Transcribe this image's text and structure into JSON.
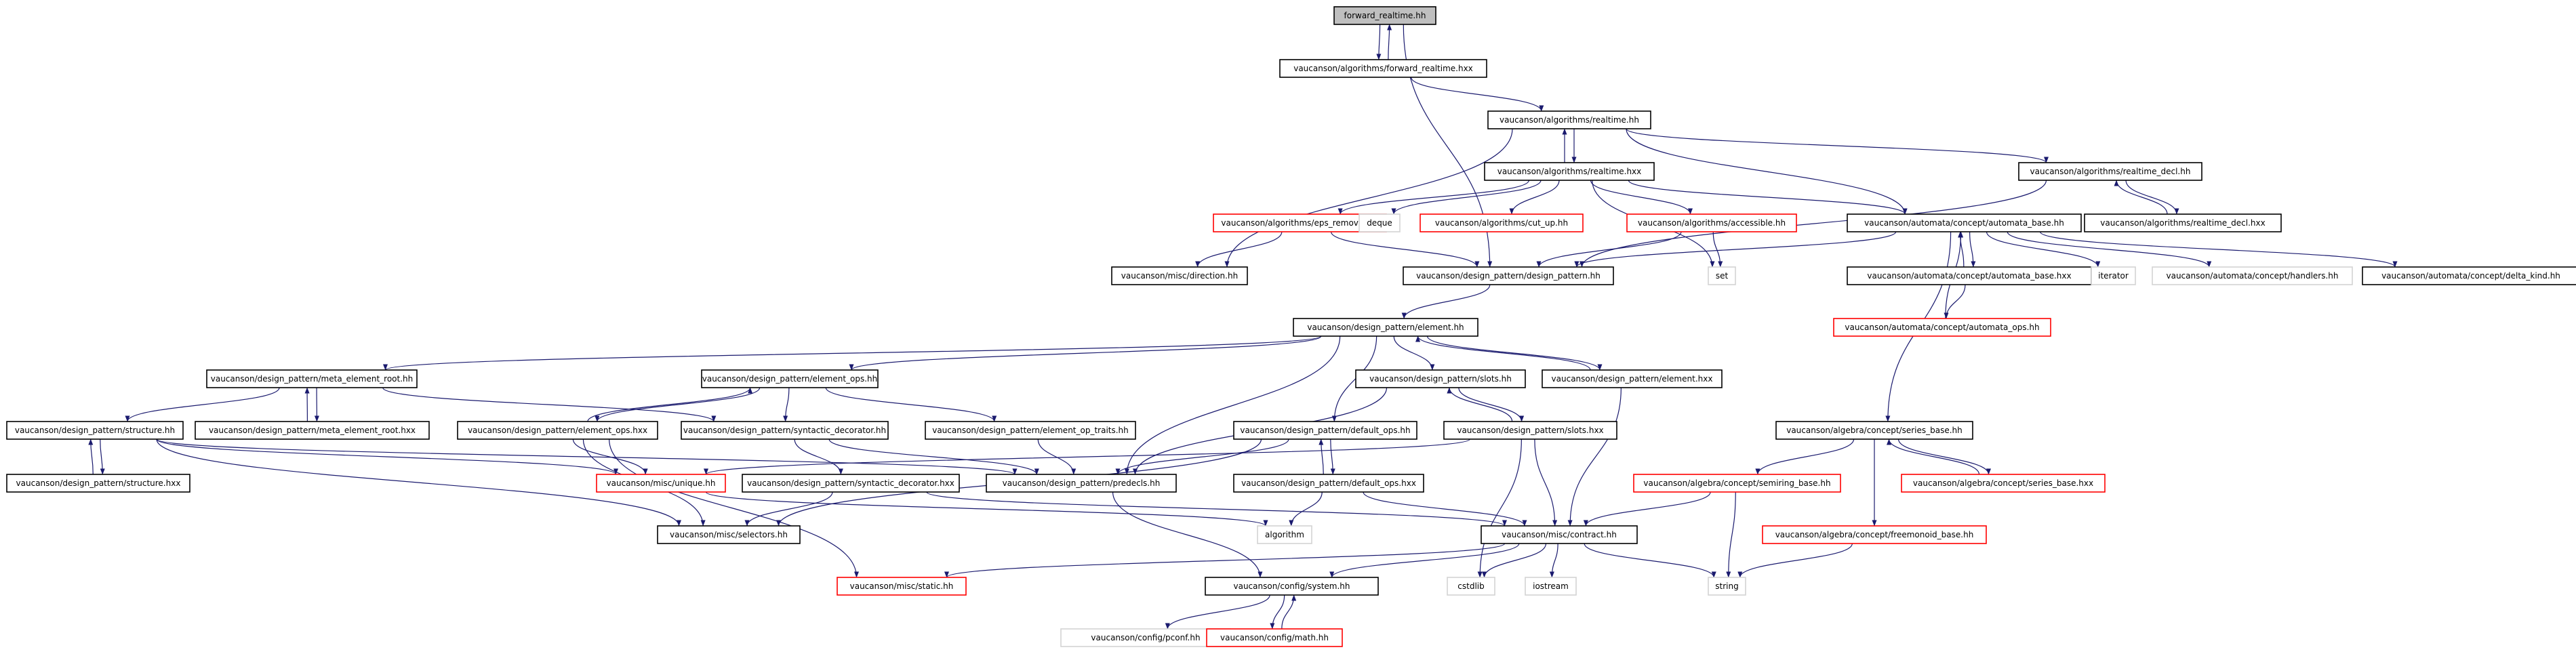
{
  "graph": {
    "nodes": [
      {
        "id": "root",
        "label": "forward_realtime.hh",
        "style": "root"
      },
      {
        "id": "fwd_hxx",
        "label": "vaucanson/algorithms/forward_realtime.hxx",
        "style": "normal"
      },
      {
        "id": "rt_hh",
        "label": "vaucanson/algorithms/realtime.hh",
        "style": "normal"
      },
      {
        "id": "rt_hxx",
        "label": "vaucanson/algorithms/realtime.hxx",
        "style": "normal"
      },
      {
        "id": "rt_decl_hh",
        "label": "vaucanson/algorithms/realtime_decl.hh",
        "style": "normal"
      },
      {
        "id": "rt_decl_hxx",
        "label": "vaucanson/algorithms/realtime_decl.hxx",
        "style": "normal"
      },
      {
        "id": "eps",
        "label": "vaucanson/algorithms/eps_removal.hh",
        "style": "red"
      },
      {
        "id": "deque",
        "label": "deque",
        "style": "gray"
      },
      {
        "id": "cutup",
        "label": "vaucanson/algorithms/cut_up.hh",
        "style": "red"
      },
      {
        "id": "access",
        "label": "vaucanson/algorithms/accessible.hh",
        "style": "red"
      },
      {
        "id": "ab_hh",
        "label": "vaucanson/automata/concept/automata_base.hh",
        "style": "normal"
      },
      {
        "id": "ab_hxx",
        "label": "vaucanson/automata/concept/automata_base.hxx",
        "style": "normal"
      },
      {
        "id": "iterator",
        "label": "iterator",
        "style": "gray"
      },
      {
        "id": "handlers",
        "label": "vaucanson/automata/concept/handlers.hh",
        "style": "gray"
      },
      {
        "id": "deltakind",
        "label": "vaucanson/automata/concept/delta_kind.hh",
        "style": "normal"
      },
      {
        "id": "aops",
        "label": "vaucanson/automata/concept/automata_ops.hh",
        "style": "red"
      },
      {
        "id": "direction",
        "label": "vaucanson/misc/direction.hh",
        "style": "normal"
      },
      {
        "id": "dp_hh",
        "label": "vaucanson/design_pattern/design_pattern.hh",
        "style": "normal"
      },
      {
        "id": "set",
        "label": "set",
        "style": "gray"
      },
      {
        "id": "el_hh",
        "label": "vaucanson/design_pattern/element.hh",
        "style": "normal"
      },
      {
        "id": "mer_hh",
        "label": "vaucanson/design_pattern/meta_element_root.hh",
        "style": "normal"
      },
      {
        "id": "mer_hxx",
        "label": "vaucanson/design_pattern/meta_element_root.hxx",
        "style": "normal"
      },
      {
        "id": "eops_hh",
        "label": "vaucanson/design_pattern/element_ops.hh",
        "style": "normal"
      },
      {
        "id": "slots_hh",
        "label": "vaucanson/design_pattern/slots.hh",
        "style": "normal"
      },
      {
        "id": "el_hxx",
        "label": "vaucanson/design_pattern/element.hxx",
        "style": "normal"
      },
      {
        "id": "str_hh",
        "label": "vaucanson/design_pattern/structure.hh",
        "style": "normal"
      },
      {
        "id": "eops_hxx",
        "label": "vaucanson/design_pattern/element_ops.hxx",
        "style": "normal"
      },
      {
        "id": "synd_hh",
        "label": "vaucanson/design_pattern/syntactic_decorator.hh",
        "style": "normal"
      },
      {
        "id": "eopt_hh",
        "label": "vaucanson/design_pattern/element_op_traits.hh",
        "style": "normal"
      },
      {
        "id": "dops_hh",
        "label": "vaucanson/design_pattern/default_ops.hh",
        "style": "normal"
      },
      {
        "id": "slots_hxx",
        "label": "vaucanson/design_pattern/slots.hxx",
        "style": "normal"
      },
      {
        "id": "str_hxx",
        "label": "vaucanson/design_pattern/structure.hxx",
        "style": "normal"
      },
      {
        "id": "unique",
        "label": "vaucanson/misc/unique.hh",
        "style": "red"
      },
      {
        "id": "synd_hxx",
        "label": "vaucanson/design_pattern/syntactic_decorator.hxx",
        "style": "normal"
      },
      {
        "id": "pred",
        "label": "vaucanson/design_pattern/predecls.hh",
        "style": "normal"
      },
      {
        "id": "dops_hxx",
        "label": "vaucanson/design_pattern/default_ops.hxx",
        "style": "normal"
      },
      {
        "id": "sb_hh",
        "label": "vaucanson/algebra/concept/series_base.hh",
        "style": "normal"
      },
      {
        "id": "semiring",
        "label": "vaucanson/algebra/concept/semiring_base.hh",
        "style": "red"
      },
      {
        "id": "sb_hxx",
        "label": "vaucanson/algebra/concept/series_base.hxx",
        "style": "red"
      },
      {
        "id": "selectors",
        "label": "vaucanson/misc/selectors.hh",
        "style": "normal"
      },
      {
        "id": "algorithm",
        "label": "algorithm",
        "style": "gray"
      },
      {
        "id": "contract",
        "label": "vaucanson/misc/contract.hh",
        "style": "normal"
      },
      {
        "id": "freemonoid",
        "label": "vaucanson/algebra/concept/freemonoid_base.hh",
        "style": "red"
      },
      {
        "id": "static",
        "label": "vaucanson/misc/static.hh",
        "style": "red"
      },
      {
        "id": "system",
        "label": "vaucanson/config/system.hh",
        "style": "normal"
      },
      {
        "id": "cstdlib",
        "label": "cstdlib",
        "style": "gray"
      },
      {
        "id": "iostream",
        "label": "iostream",
        "style": "gray"
      },
      {
        "id": "string",
        "label": "string",
        "style": "gray"
      },
      {
        "id": "pconf",
        "label": "vaucanson/config/pconf.hh",
        "style": "gray"
      },
      {
        "id": "math",
        "label": "vaucanson/config/math.hh",
        "style": "red"
      }
    ],
    "edges": [
      [
        "root",
        "fwd_hxx"
      ],
      [
        "fwd_hxx",
        "root"
      ],
      [
        "root",
        "dp_hh"
      ],
      [
        "fwd_hxx",
        "rt_hh"
      ],
      [
        "rt_hh",
        "rt_hxx"
      ],
      [
        "rt_hxx",
        "rt_hh"
      ],
      [
        "rt_hh",
        "rt_decl_hh"
      ],
      [
        "rt_hh",
        "ab_hh"
      ],
      [
        "rt_hh",
        "direction"
      ],
      [
        "rt_decl_hh",
        "rt_decl_hxx"
      ],
      [
        "rt_decl_hxx",
        "rt_decl_hh"
      ],
      [
        "rt_decl_hh",
        "dp_hh"
      ],
      [
        "rt_hxx",
        "eps"
      ],
      [
        "rt_hxx",
        "deque"
      ],
      [
        "rt_hxx",
        "cutup"
      ],
      [
        "rt_hxx",
        "access"
      ],
      [
        "rt_hxx",
        "ab_hh"
      ],
      [
        "rt_hxx",
        "set"
      ],
      [
        "eps",
        "direction"
      ],
      [
        "eps",
        "dp_hh"
      ],
      [
        "access",
        "dp_hh"
      ],
      [
        "access",
        "set"
      ],
      [
        "ab_hh",
        "dp_hh"
      ],
      [
        "ab_hh",
        "ab_hxx"
      ],
      [
        "ab_hxx",
        "ab_hh"
      ],
      [
        "ab_hh",
        "iterator"
      ],
      [
        "ab_hh",
        "handlers"
      ],
      [
        "ab_hh",
        "deltakind"
      ],
      [
        "ab_hh",
        "sb_hh"
      ],
      [
        "ab_hxx",
        "aops"
      ],
      [
        "aops",
        "ab_hh"
      ],
      [
        "dp_hh",
        "el_hh"
      ],
      [
        "el_hh",
        "mer_hh"
      ],
      [
        "el_hh",
        "eops_hh"
      ],
      [
        "el_hh",
        "slots_hh"
      ],
      [
        "el_hh",
        "el_hxx"
      ],
      [
        "el_hxx",
        "el_hh"
      ],
      [
        "el_hh",
        "dops_hh"
      ],
      [
        "el_hh",
        "pred"
      ],
      [
        "mer_hh",
        "str_hh"
      ],
      [
        "mer_hh",
        "mer_hxx"
      ],
      [
        "mer_hxx",
        "mer_hh"
      ],
      [
        "mer_hh",
        "synd_hh"
      ],
      [
        "eops_hh",
        "eops_hxx"
      ],
      [
        "eops_hxx",
        "eops_hh"
      ],
      [
        "eops_hh",
        "eopt_hh"
      ],
      [
        "eops_hh",
        "synd_hh"
      ],
      [
        "str_hh",
        "str_hxx"
      ],
      [
        "str_hxx",
        "str_hh"
      ],
      [
        "str_hh",
        "unique"
      ],
      [
        "str_hh",
        "pred"
      ],
      [
        "str_hh",
        "selectors"
      ],
      [
        "eops_hxx",
        "unique"
      ],
      [
        "eops_hxx",
        "selectors"
      ],
      [
        "eops_hxx",
        "static"
      ],
      [
        "synd_hh",
        "synd_hxx"
      ],
      [
        "synd_hh",
        "pred"
      ],
      [
        "synd_hxx",
        "selectors"
      ],
      [
        "synd_hxx",
        "contract"
      ],
      [
        "eopt_hh",
        "pred"
      ],
      [
        "slots_hh",
        "slots_hxx"
      ],
      [
        "slots_hxx",
        "slots_hh"
      ],
      [
        "slots_hh",
        "pred"
      ],
      [
        "slots_hxx",
        "unique"
      ],
      [
        "slots_hxx",
        "cstdlib"
      ],
      [
        "slots_hxx",
        "contract"
      ],
      [
        "dops_hh",
        "dops_hxx"
      ],
      [
        "dops_hxx",
        "dops_hh"
      ],
      [
        "dops_hh",
        "pred"
      ],
      [
        "dops_hh",
        "selectors"
      ],
      [
        "dops_hxx",
        "algorithm"
      ],
      [
        "dops_hxx",
        "contract"
      ],
      [
        "el_hxx",
        "contract"
      ],
      [
        "unique",
        "algorithm"
      ],
      [
        "pred",
        "system"
      ],
      [
        "sb_hh",
        "semiring"
      ],
      [
        "sb_hh",
        "sb_hxx"
      ],
      [
        "sb_hxx",
        "sb_hh"
      ],
      [
        "sb_hh",
        "freemonoid"
      ],
      [
        "semiring",
        "contract"
      ],
      [
        "semiring",
        "string"
      ],
      [
        "freemonoid",
        "string"
      ],
      [
        "contract",
        "static"
      ],
      [
        "contract",
        "system"
      ],
      [
        "contract",
        "cstdlib"
      ],
      [
        "contract",
        "iostream"
      ],
      [
        "contract",
        "string"
      ],
      [
        "system",
        "pconf"
      ],
      [
        "system",
        "math"
      ],
      [
        "math",
        "system"
      ]
    ]
  }
}
